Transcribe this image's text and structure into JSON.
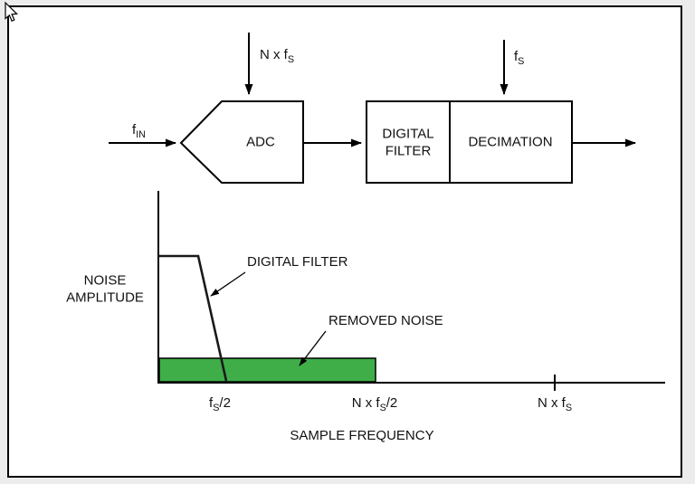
{
  "block_diagram": {
    "input_label": {
      "pre": "f",
      "sub": "IN",
      "post": ""
    },
    "adc_clock_label": {
      "pre": "N x f",
      "sub": "S",
      "post": ""
    },
    "decimation_clock_label": {
      "pre": "f",
      "sub": "S",
      "post": ""
    },
    "adc_label": "ADC",
    "digital_filter_line1": "DIGITAL",
    "digital_filter_line2": "FILTER",
    "decimation_label": "DECIMATION"
  },
  "noise_plot": {
    "y_axis_line1": "NOISE",
    "y_axis_line2": "AMPLITUDE",
    "x_axis_label": "SAMPLE FREQUENCY",
    "digital_filter_annotation": "DIGITAL FILTER",
    "removed_noise_annotation": "REMOVED NOISE",
    "tick_fs_half": {
      "pre": "f",
      "sub": "S",
      "post": "/2"
    },
    "tick_n_fs_half": {
      "pre": "N x f",
      "sub": "S",
      "post": "/2"
    },
    "tick_n_fs": {
      "pre": "N x f",
      "sub": "S",
      "post": ""
    },
    "removed_noise_fill": "#3fae49"
  }
}
